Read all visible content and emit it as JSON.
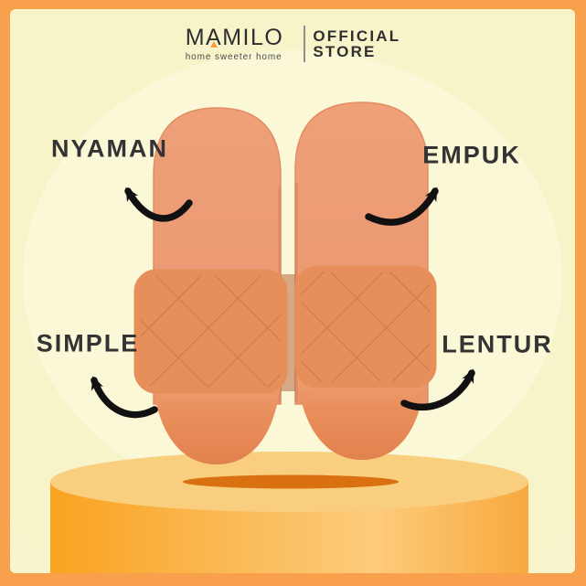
{
  "header": {
    "brand_prefix": "M",
    "brand_letter_a": "A",
    "brand_suffix": "MILO",
    "tagline": "home sweeter home",
    "store_line1": "OFFICIAL",
    "store_line2": "STORE"
  },
  "feature_labels": {
    "top_left": "NYAMAN",
    "top_right": "EMPUK",
    "bottom_left": "SIMPLE",
    "bottom_right": "LENTUR"
  },
  "graphic": {
    "product": "pair-of-slide-sandals",
    "stand": "round-orange-podium",
    "callout_arrows": 4
  },
  "colors": {
    "frame": "#F8A04B",
    "background": "#F8F4C9",
    "background_glow": "#FDFBE3",
    "label_text": "#333333",
    "logo_text": "#2E2E30",
    "logo_triangle": "#F59B43",
    "tagline_text": "#4A4A4A",
    "divider": "#8F8F8F",
    "arrow": "#111111",
    "sandal_footbed": "#EC9C74",
    "sandal_strap": "#E78F5B",
    "strap_groove": "#C97545",
    "sandal_sole": "#E98F5D",
    "podium_top": "#F9CE7E",
    "podium_side": "#F9A320",
    "podium_shadow": "#D97110"
  }
}
